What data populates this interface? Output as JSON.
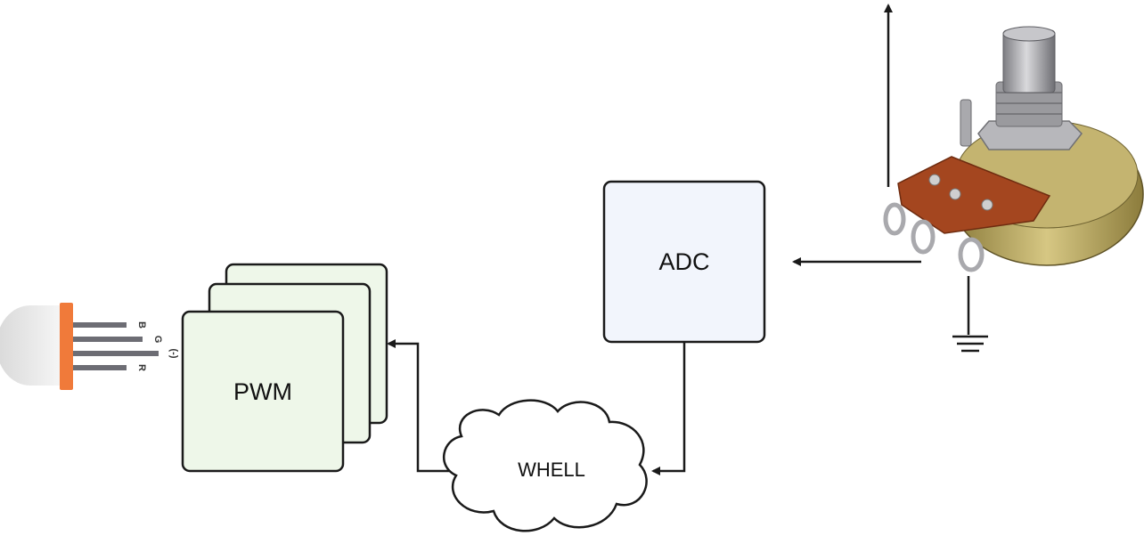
{
  "blocks": {
    "pwm": {
      "label": "PWM",
      "fill": "#eef7e9"
    },
    "adc": {
      "label": "ADC",
      "fill": "#f2f5fc"
    },
    "wheel": {
      "label": "WHELL"
    }
  },
  "led": {
    "pins": [
      "B",
      "G",
      "(-)",
      "R"
    ],
    "body_color": "#f07a3a",
    "dome_color": "#e9e9e9"
  },
  "colors": {
    "stroke": "#1a1a1a",
    "pin": "#6d6d74"
  }
}
